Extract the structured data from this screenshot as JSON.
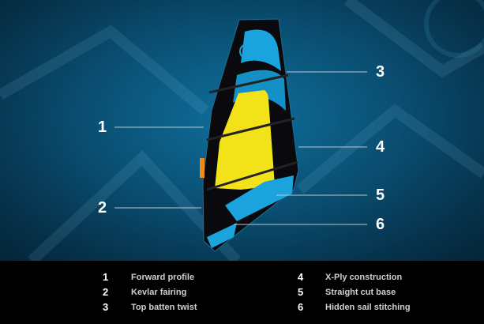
{
  "features": [
    {
      "number": "1",
      "label": "Forward profile"
    },
    {
      "number": "2",
      "label": "Kevlar fairing"
    },
    {
      "number": "3",
      "label": "Top batten twist"
    },
    {
      "number": "4",
      "label": "X-Ply construction"
    },
    {
      "number": "5",
      "label": "Straight cut base"
    },
    {
      "number": "6",
      "label": "Hidden sail stitching"
    }
  ],
  "colors": {
    "background": "#0a4f73",
    "sail_yellow": "#f2e21a",
    "sail_blue": "#1aa3dd",
    "legend_bg": "#000000"
  }
}
